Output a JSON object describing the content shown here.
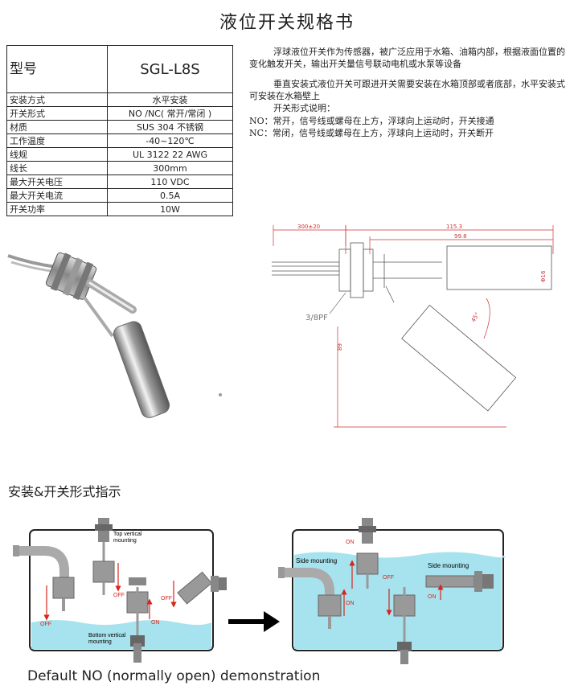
{
  "title": "液位开关规格书",
  "spec": {
    "header": {
      "label": "型号",
      "value": "SGL-L8S"
    },
    "rows": [
      {
        "label": "安装方式",
        "value": "水平安装"
      },
      {
        "label": "开关形式",
        "value": "NO /NC( 常开/常闭 )"
      },
      {
        "label": "材质",
        "value": "SUS 304 不锈钢"
      },
      {
        "label": "工作温度",
        "value": "-40~120℃"
      },
      {
        "label": "线规",
        "value": "UL 3122 22 AWG"
      },
      {
        "label": "线长",
        "value": "300mm"
      },
      {
        "label": "最大开关电压",
        "value": "110 VDC"
      },
      {
        "label": "最大开关电流",
        "value": "0.5A"
      },
      {
        "label": "开关功率",
        "value": "10W"
      }
    ]
  },
  "description": {
    "p1": "浮球液位开关作为传感器，被广泛应用于水箱、油箱内部，根据液面位置的变化触发开关，输出开关量信号联动电机或水泵等设备",
    "p2": "垂直安装式液位开关可跟进开关需要安装在水箱顶部或者底部，水平安装式可安装在水箱壁上",
    "p3": "开关形式说明：",
    "no_line": "NO：常开，信号线或螺母在上方，浮球向上运动时，开关接通",
    "nc_line": "NC：常闭，信号线或螺母在上方，浮球向上运动时，开关断开"
  },
  "drawing": {
    "dim_cable": "300±20",
    "dim_total": "115.3",
    "dim_body": "99.8",
    "dim_dia": "Φ16",
    "dim_height": "89",
    "thread": "3/8PF",
    "angle": "45°"
  },
  "section_title": "安装&开关形式指示",
  "diagram": {
    "left": {
      "top_vertical": "Top vertical\nmounting",
      "bottom_vertical": "Bottom vertical\nmounting",
      "off": "OFF",
      "on": "ON"
    },
    "right": {
      "side_mounting": "Side mounting",
      "on": "ON",
      "off": "OFF"
    }
  },
  "footer": "Default NO (normally open) demonstration",
  "colors": {
    "water": "#a7e3ee",
    "arrow_red": "#d6261c",
    "steel": "#b7b7b7"
  }
}
